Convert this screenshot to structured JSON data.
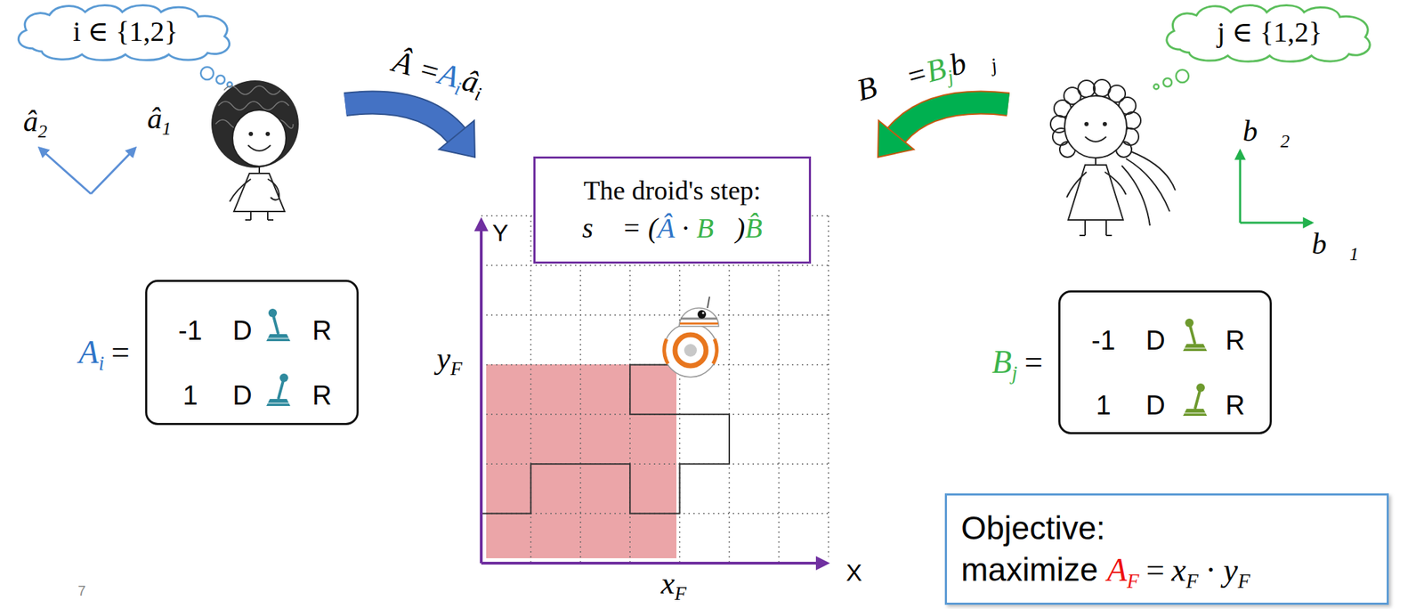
{
  "diagram": {
    "nodes": [
      {
        "text": [
          "i ∈ {1,2}"
        ]
      },
      {
        "text": [
          "j ∈ {1,2}"
        ]
      },
      {
        "text": [
          "The droid's step:",
          "s⃗ = (",
          "Â",
          "·",
          "B⃗",
          ")",
          "B̂"
        ]
      },
      {
        "text": [
          "A",
          "i",
          "=",
          "-1",
          "D",
          "R",
          "1",
          "D",
          "R"
        ]
      },
      {
        "text": [
          "B",
          "j",
          "=",
          "-1",
          "D",
          "R",
          "1",
          "D",
          "R"
        ]
      },
      {
        "text": [
          "Objective:",
          "maximize",
          "A",
          "F",
          "=",
          "x",
          "F",
          "·",
          "y",
          "F"
        ]
      }
    ],
    "labels": [
      "â",
      "2",
      "â",
      "1",
      "Â =",
      "A",
      "i",
      "â",
      "i",
      "B⃗ =",
      "B",
      "j",
      "b⃗",
      "j",
      "b⃗",
      "2",
      "b⃗",
      "1",
      "Y",
      "X",
      "y",
      "F",
      "x",
      "F",
      "7"
    ]
  }
}
